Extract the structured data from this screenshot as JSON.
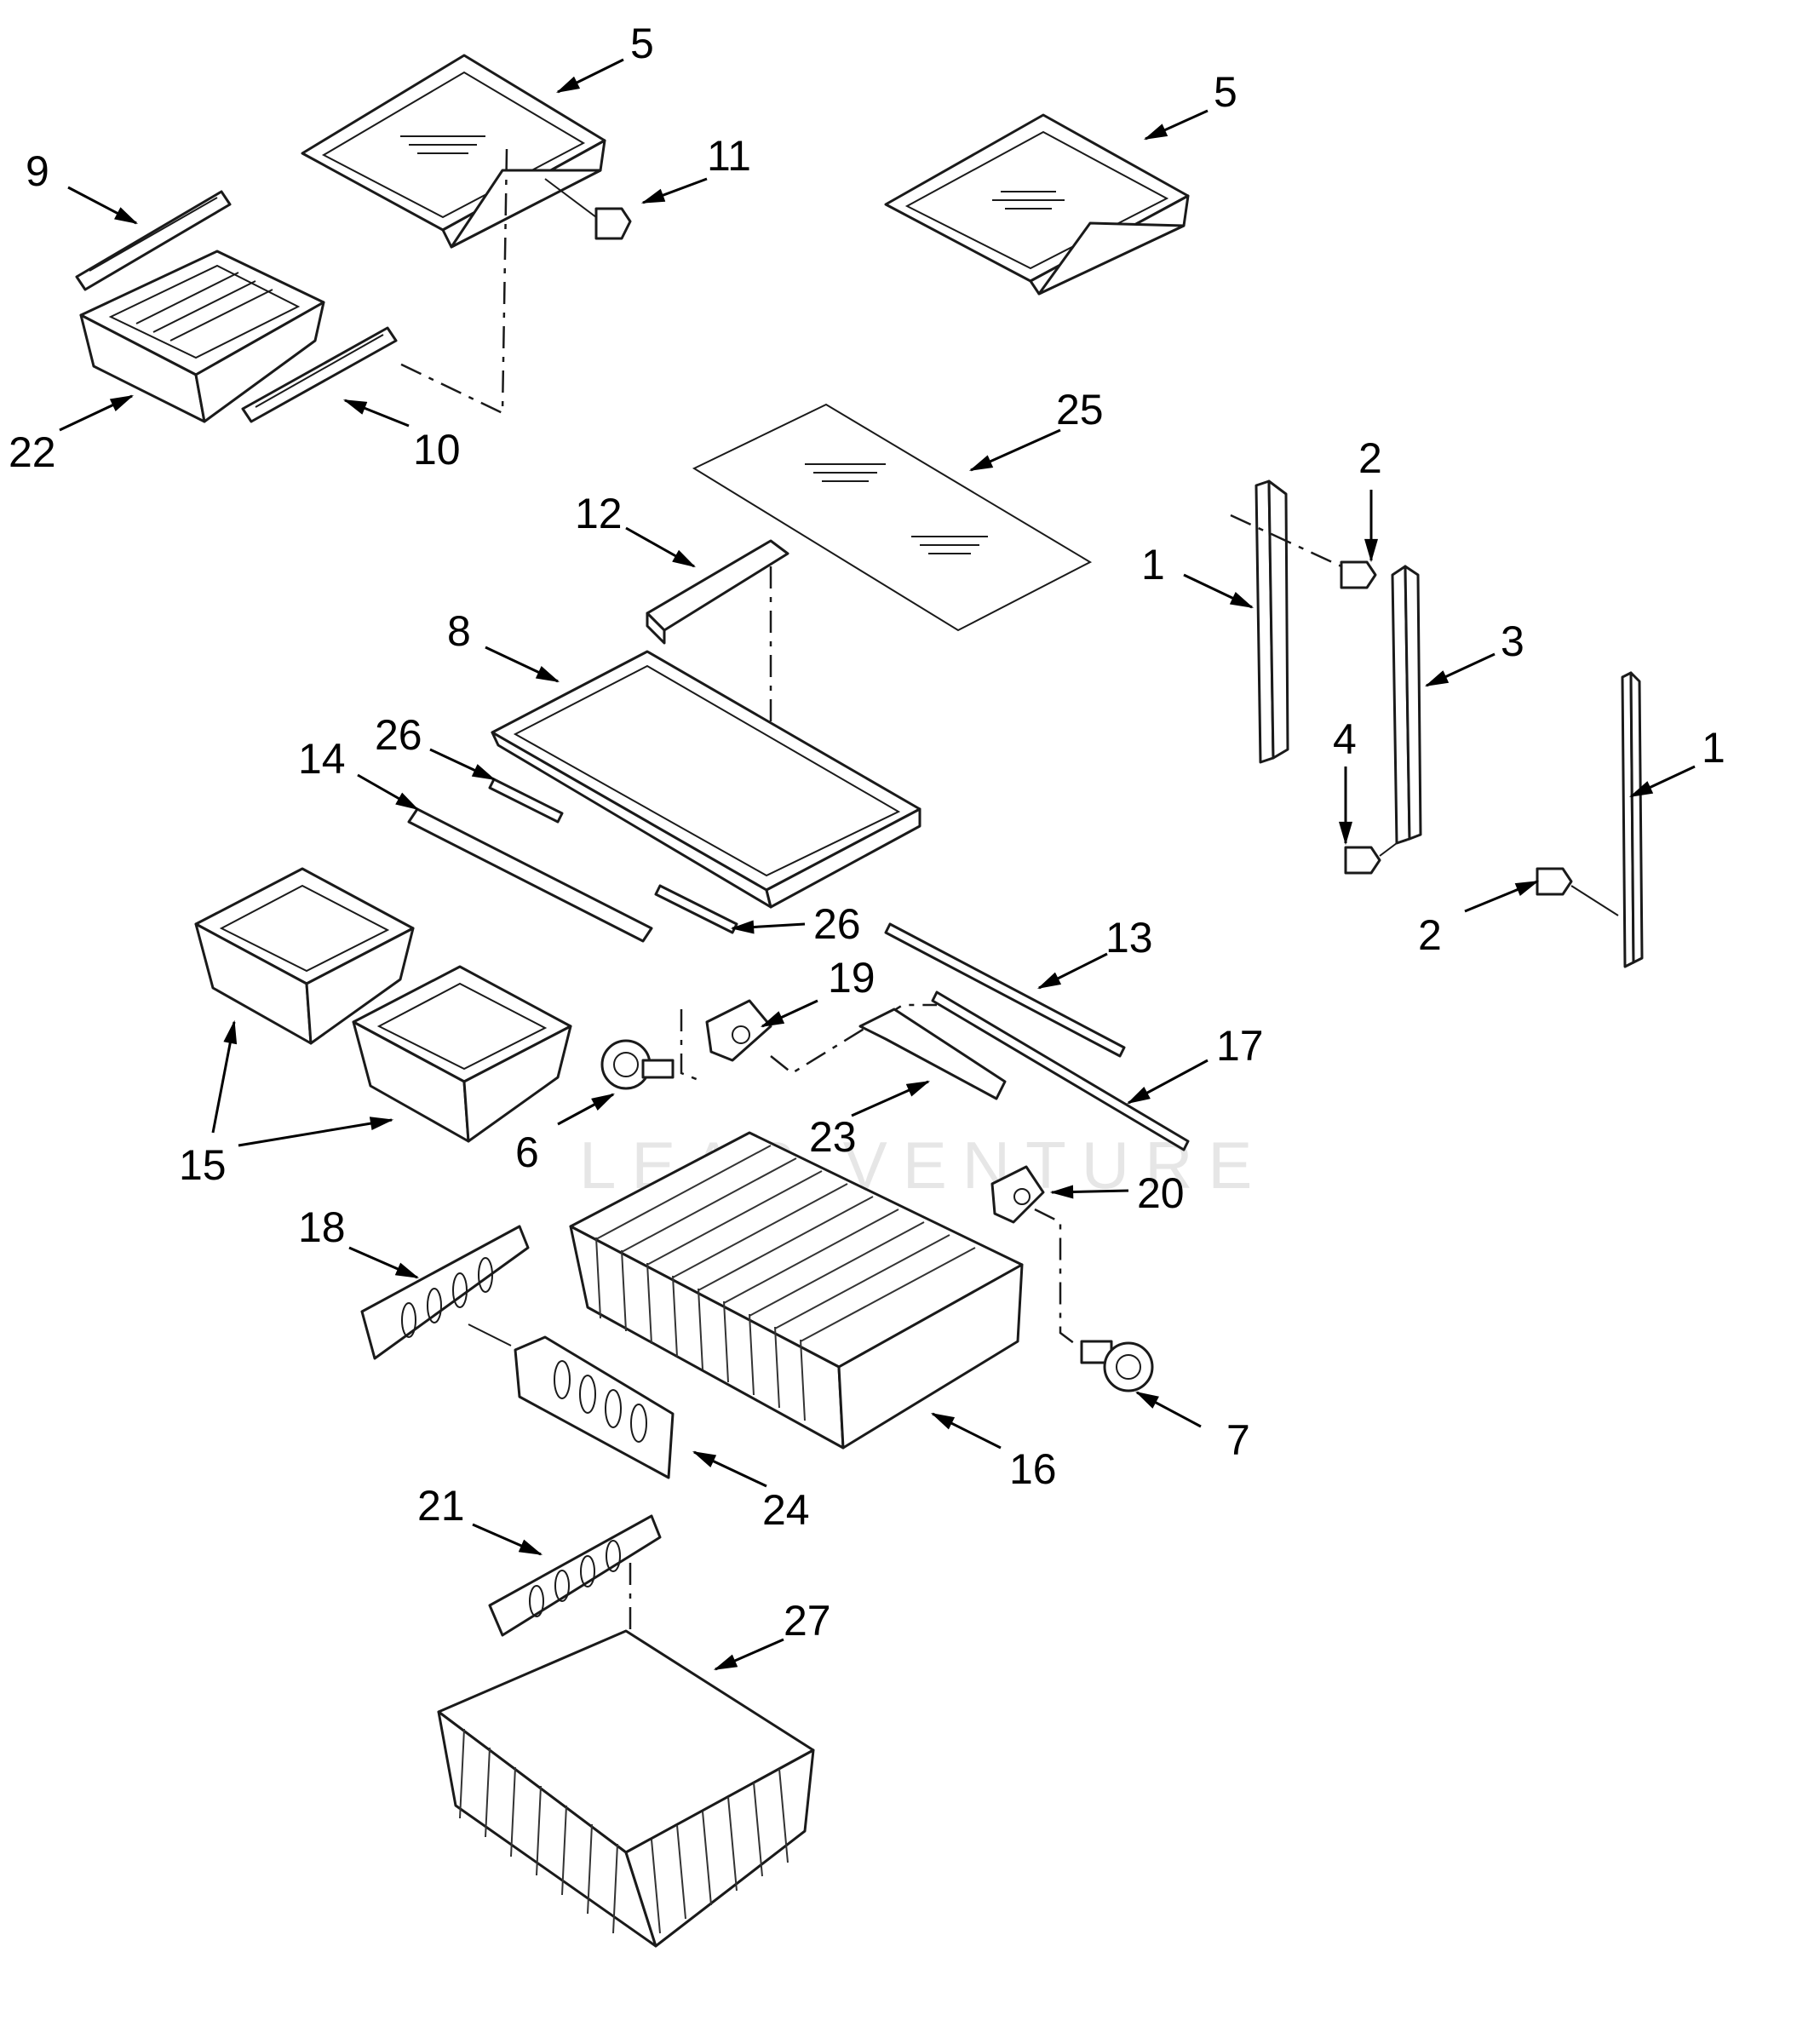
{
  "watermark": "LEAP VENTURE",
  "callouts": [
    "1",
    "1",
    "2",
    "2",
    "3",
    "4",
    "5",
    "5",
    "6",
    "7",
    "8",
    "9",
    "10",
    "11",
    "12",
    "13",
    "14",
    "15",
    "16",
    "17",
    "18",
    "19",
    "20",
    "21",
    "22",
    "23",
    "24",
    "25",
    "26",
    "26",
    "27"
  ]
}
